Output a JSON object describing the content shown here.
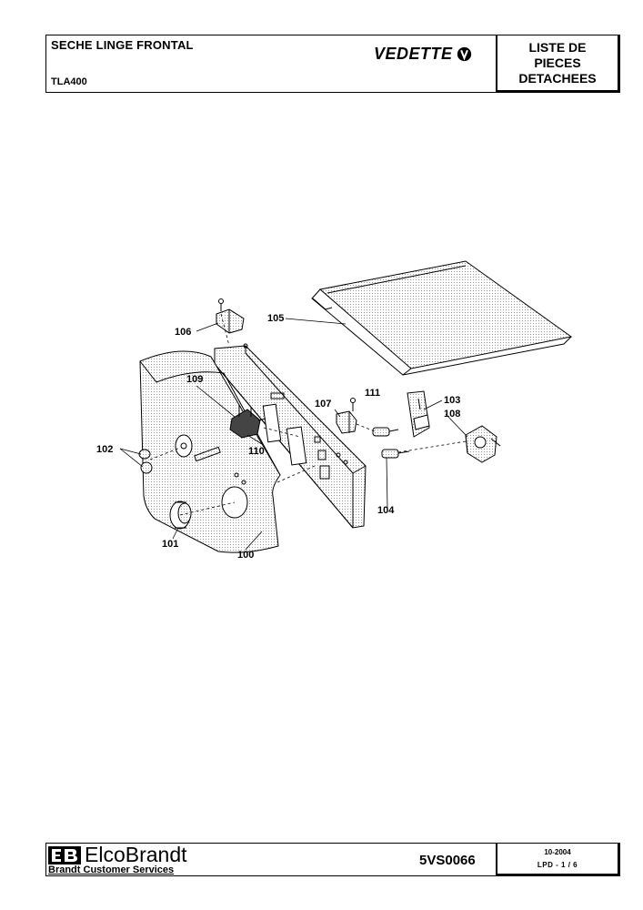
{
  "header": {
    "title": "SECHE LINGE FRONTAL",
    "model": "TLA400",
    "brand": "VEDETTE",
    "brand_logo": "vedette-logo-icon",
    "doc_type_line1": "LISTE DE",
    "doc_type_line2": "PIECES",
    "doc_type_line3": "DETACHEES"
  },
  "diagram": {
    "labels": {
      "p100": "100",
      "p101": "101",
      "p102": "102",
      "p103": "103",
      "p104": "104",
      "p105": "105",
      "p106": "106",
      "p107": "107",
      "p108": "108",
      "p109": "109",
      "p110": "110",
      "p111": "111"
    }
  },
  "footer": {
    "company_logo": "elcobrandt-eb-logo-icon",
    "company": "ElcoBrandt",
    "subtitle": "Brandt Customer Services",
    "doc_number": "5VS0066",
    "date": "10-2004",
    "page": "LPD -   1 / 6"
  }
}
